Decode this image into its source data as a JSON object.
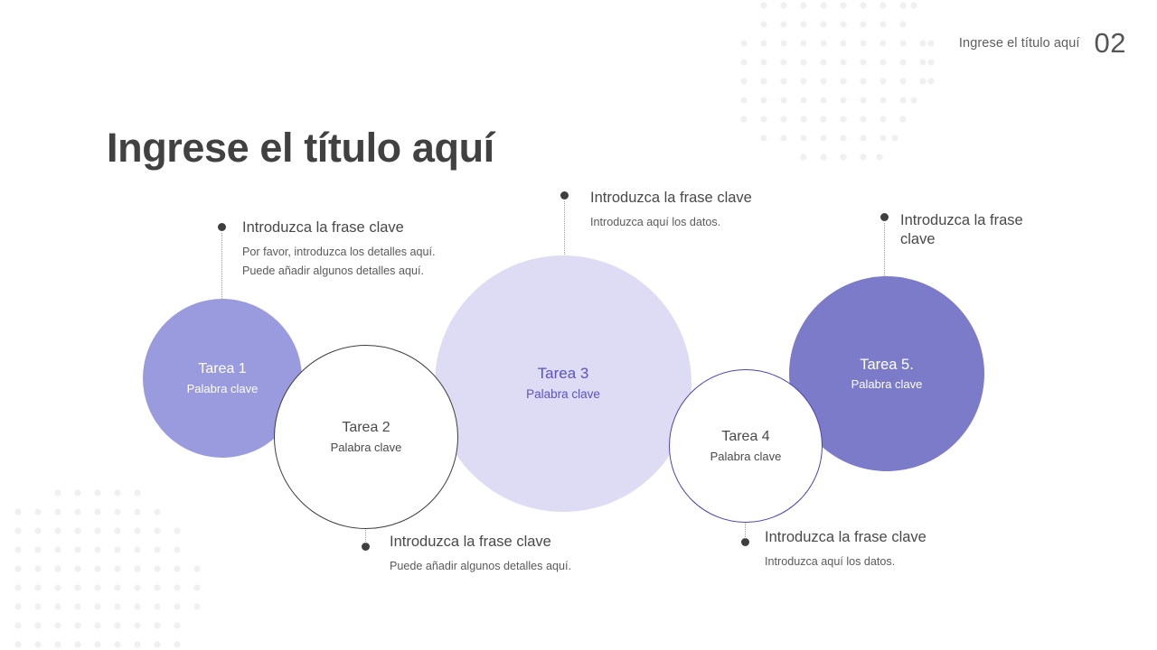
{
  "header": {
    "label": "Ingrese el título aquí",
    "page_number": "02"
  },
  "page_title": "Ingrese el título aquí",
  "circles": [
    {
      "title": "Tarea 1",
      "subtitle": "Palabra clave",
      "fill": "#9a9ade",
      "text_color": "#ffffff"
    },
    {
      "title": "Tarea 2",
      "subtitle": "Palabra clave",
      "fill": "#ffffff",
      "border_color": "#3d3d3d",
      "text_color": "#4a4a4a"
    },
    {
      "title": "Tarea 3",
      "subtitle": "Palabra clave",
      "fill": "#dedcf5",
      "text_color": "#5b52c4"
    },
    {
      "title": "Tarea 4",
      "subtitle": "Palabra clave",
      "fill": "#ffffff",
      "border_color": "#4b43b5",
      "text_color": "#4a4a4a"
    },
    {
      "title": "Tarea 5.",
      "subtitle": "Palabra clave",
      "fill": "#7b7bc9",
      "text_color": "#ffffff"
    }
  ],
  "callouts": [
    {
      "title": "Introduzca la frase clave",
      "body": "Por favor, introduzca los detalles aquí.\nPuede añadir algunos detalles aquí."
    },
    {
      "title": "Introduzca la frase clave",
      "body": "Introduzca aquí los datos."
    },
    {
      "title": "Introduzca la frase clave",
      "body": ""
    },
    {
      "title": "Introduzca la frase clave",
      "body": "Puede añadir algunos detalles aquí."
    },
    {
      "title": "Introduzca la frase clave",
      "body": "Introduzca aquí los datos."
    }
  ],
  "decor": {
    "dot_color": "#f0f0f0"
  }
}
